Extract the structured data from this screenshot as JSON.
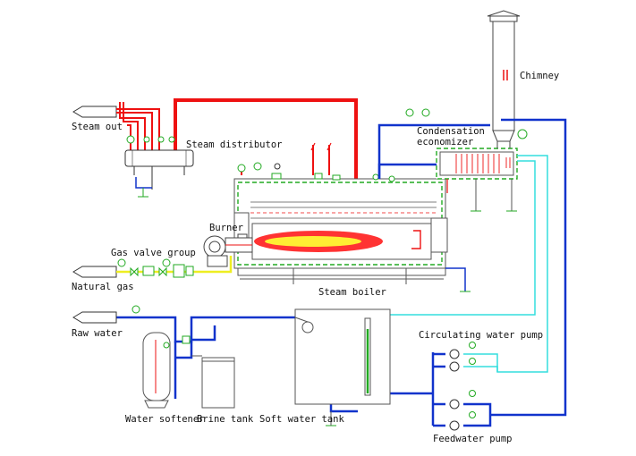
{
  "labels": {
    "chimney": "Chimney",
    "steam_out": "Steam out",
    "steam_distributor": "Steam distributor",
    "condensation_economizer_line1": "Condensation",
    "condensation_economizer_line2": "economizer",
    "burner": "Burner",
    "gas_valve_group": "Gas valve group",
    "natural_gas": "Natural gas",
    "steam_boiler": "Steam boiler",
    "raw_water": "Raw water",
    "circulating_water_pump": "Circulating water pump",
    "water_softener": "Water softener",
    "brine_tank": "Brine tank",
    "soft_water_tank": "Soft water tank",
    "feedwater_pump": "Feedwater pump"
  },
  "colors": {
    "steam": "#ee1111",
    "water": "#1133cc",
    "circulating": "#33dddd",
    "gas": "#eeee22",
    "equipment": "#555555",
    "insulation": "#22aa22",
    "flame_outer": "#ff3333",
    "flame_inner": "#ffee33"
  }
}
